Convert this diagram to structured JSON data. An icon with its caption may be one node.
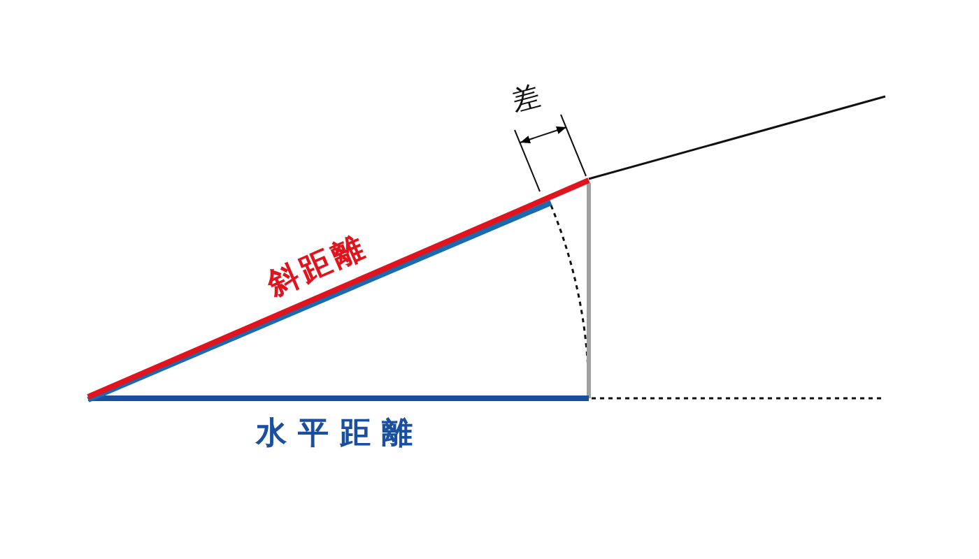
{
  "diagram": {
    "labels": [
      "差",
      "斜距離",
      "水平距離"
    ]
  }
}
